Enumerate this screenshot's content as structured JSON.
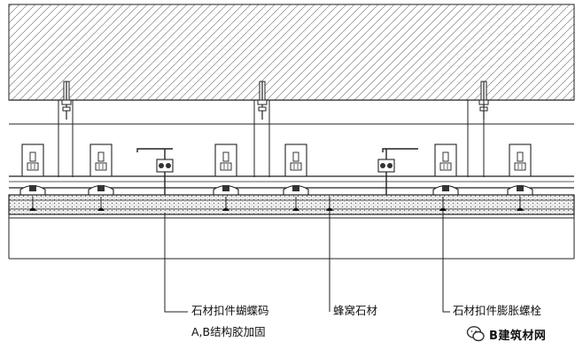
{
  "callouts": {
    "butterfly_clip": "石材扣件蝴蝶码",
    "structural_glue": "A,B结构胶加固",
    "honeycomb_stone": "蜂窝石材",
    "expansion_bolt": "石材扣件膨胀螺栓"
  },
  "watermark": {
    "text": "B建筑材网",
    "icon": "wechat-icon"
  },
  "colors": {
    "line": "#222222",
    "hatch": "#555555",
    "background": "#ffffff"
  }
}
